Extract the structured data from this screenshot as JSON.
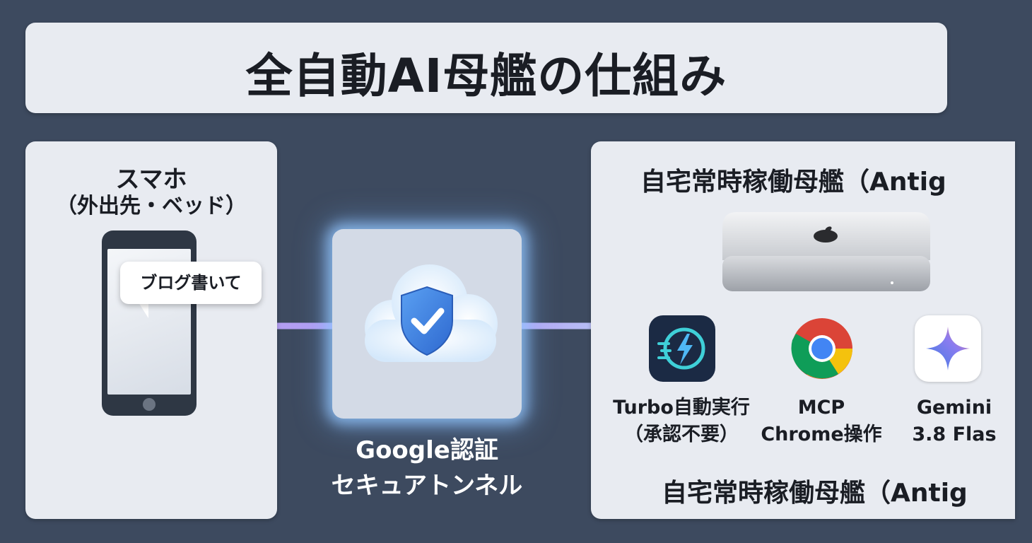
{
  "title": "全自動AI母艦の仕組み",
  "phone_panel": {
    "title": "スマホ",
    "subtitle": "（外出先・ベッド）",
    "chat_bubble": "ブログ書いて"
  },
  "tunnel": {
    "caption_line1": "Google認証",
    "caption_line2": "セキュアトンネル"
  },
  "home_panel": {
    "title_top": "自宅常時稼働母艦（Antig",
    "title_bottom": "自宅常時稼働母艦（Antig",
    "apps": [
      {
        "icon": "turbo-bolt-icon",
        "line1": "Turbo自動実行",
        "line2": "（承認不要）"
      },
      {
        "icon": "chrome-icon",
        "line1": "MCP",
        "line2": "Chrome操作"
      },
      {
        "icon": "gemini-star-icon",
        "line1": "Gemini",
        "line2": "3.8 Flas"
      }
    ]
  },
  "colors": {
    "background": "#3d4a5f",
    "panel": "#e8ebf1",
    "connector": "#b39ef2",
    "tunnel_glow": "#8fc3ff",
    "shield": "#3a7be0"
  }
}
